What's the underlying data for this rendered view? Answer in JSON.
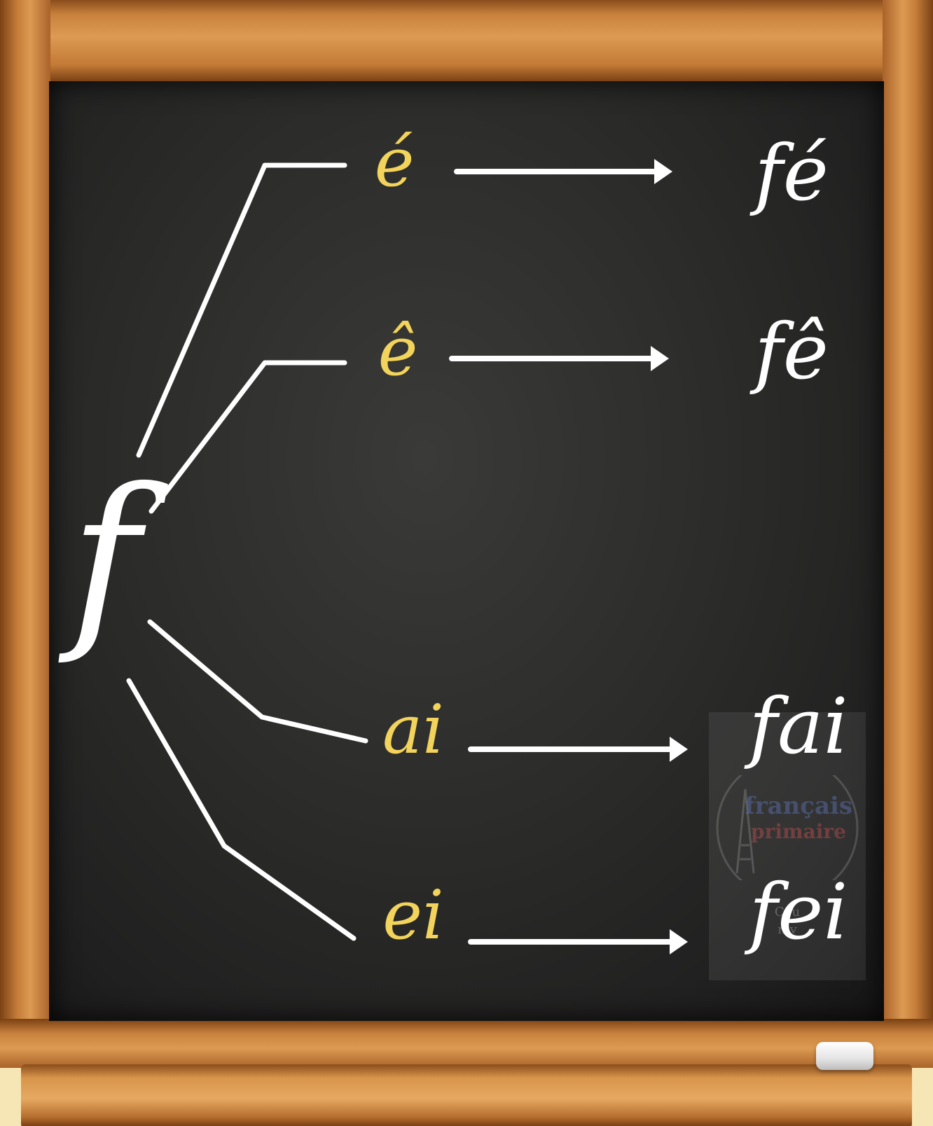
{
  "diagram": {
    "root": "f",
    "branches": [
      {
        "vowel": "é",
        "syllable": "fé"
      },
      {
        "vowel": "ê",
        "syllable": "fê"
      },
      {
        "vowel": "ai",
        "syllable": "fai"
      },
      {
        "vowel": "ei",
        "syllable": "fei"
      }
    ]
  },
  "watermark": {
    "line1": "français",
    "line2": "primaire",
    "line3": "Cou",
    "line4": "niv"
  },
  "colors": {
    "chalk_white": "#ffffff",
    "chalk_yellow": "#f2d35b",
    "board": "#2a2a28",
    "wood": "#d08a45"
  }
}
